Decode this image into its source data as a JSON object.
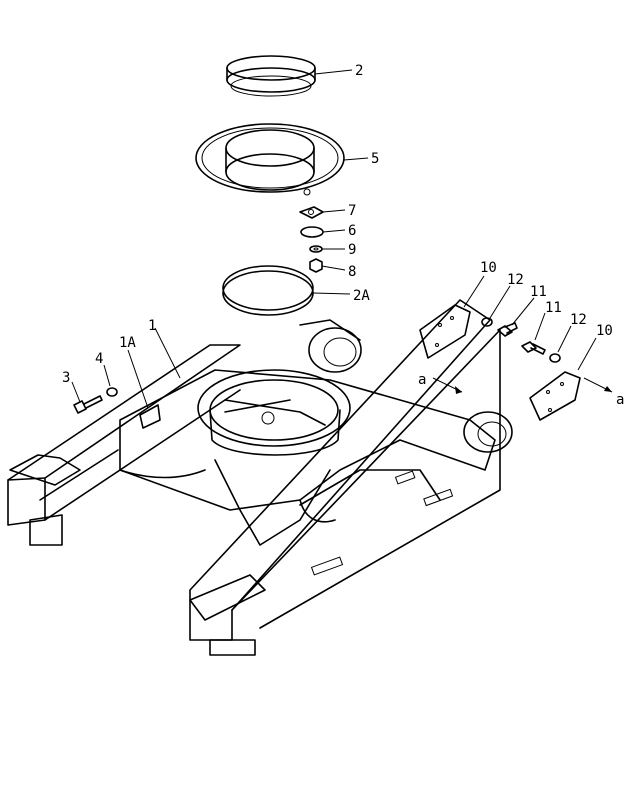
{
  "labels": {
    "p1": "1",
    "p1a": "1A",
    "p2": "2",
    "p2a": "2A",
    "p3": "3",
    "p4": "4",
    "p5": "5",
    "p6": "6",
    "p7": "7",
    "p8": "8",
    "p9": "9",
    "p10_left": "10",
    "p10_right": "10",
    "p11_left": "11",
    "p11_right": "11",
    "p12_left": "12",
    "p12_right": "12",
    "view_a_left": "a",
    "view_a_right": "a"
  }
}
